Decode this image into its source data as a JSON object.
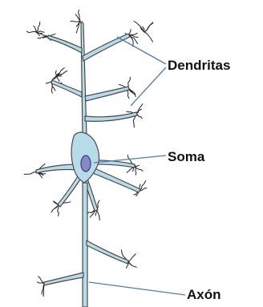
{
  "labels": {
    "dendrites": "Dendritas",
    "soma": "Soma",
    "axon": "Axón"
  },
  "colors": {
    "cell_fill": "#b7dbe8",
    "cell_stroke": "#4a4a4a",
    "nucleus_fill": "#8889cc",
    "nucleus_stroke": "#3a3a6a",
    "leader_line": "#4f7ea8",
    "text": "#111111"
  }
}
